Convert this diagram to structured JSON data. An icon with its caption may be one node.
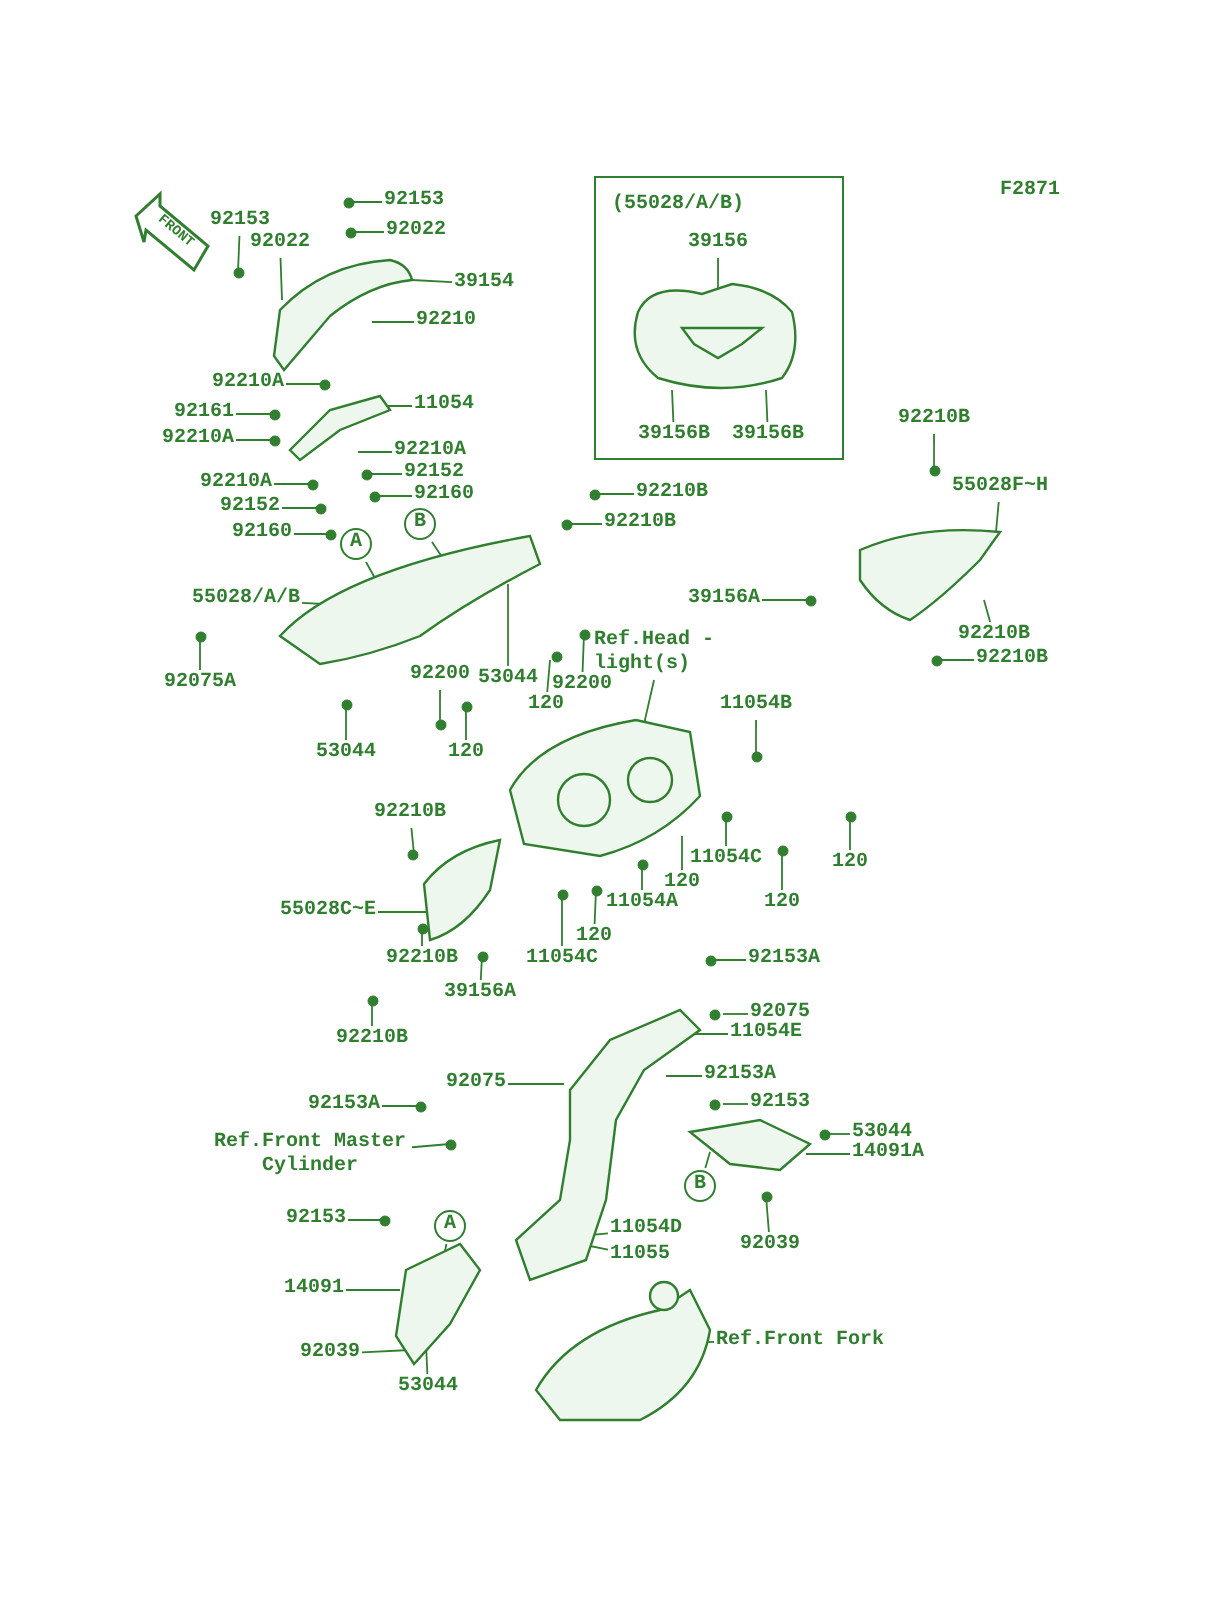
{
  "diagram": {
    "nodes": [
      {
        "text": [
          "(55028/A/B)"
        ]
      },
      {
        "text": [
          "39156"
        ],
        "in": 0
      },
      {
        "text": [
          "39156B"
        ],
        "in": 0
      },
      {
        "text": [
          "39156B"
        ],
        "in": 0
      },
      {
        "text": [
          "92153"
        ]
      },
      {
        "text": [
          "92153"
        ]
      },
      {
        "text": [
          "92022"
        ]
      },
      {
        "text": [
          "92022"
        ]
      },
      {
        "text": [
          "39154"
        ]
      },
      {
        "text": [
          "92210"
        ]
      },
      {
        "text": [
          "92210B"
        ]
      },
      {
        "text": [
          "92210A"
        ]
      },
      {
        "text": [
          "11054"
        ]
      },
      {
        "text": [
          "92161"
        ]
      },
      {
        "text": [
          "92210A"
        ]
      },
      {
        "text": [
          "92210A"
        ]
      },
      {
        "text": [
          "92152"
        ]
      },
      {
        "text": [
          "55028F~H"
        ]
      },
      {
        "text": [
          "92210A"
        ]
      },
      {
        "text": [
          "92210B"
        ]
      },
      {
        "text": [
          "92152"
        ]
      },
      {
        "text": [
          "92210B"
        ]
      },
      {
        "text": [
          "92160"
        ]
      },
      {
        "text": [
          "B"
        ]
      },
      {
        "text": [
          "92160"
        ]
      },
      {
        "text": [
          "A"
        ]
      },
      {
        "text": [
          "55028/A/B"
        ]
      },
      {
        "text": [
          "39156A"
        ]
      },
      {
        "text": [
          "92210B"
        ]
      },
      {
        "text": [
          "Ref.Head -light(s)"
        ]
      },
      {
        "text": [
          "92210B"
        ]
      },
      {
        "text": [
          "92075A"
        ]
      },
      {
        "text": [
          "92200"
        ]
      },
      {
        "text": [
          "92200"
        ]
      },
      {
        "text": [
          "53044"
        ]
      },
      {
        "text": [
          "120"
        ]
      },
      {
        "text": [
          "11054B"
        ]
      },
      {
        "text": [
          "53044"
        ]
      },
      {
        "text": [
          "120"
        ]
      },
      {
        "text": [
          "92210B"
        ]
      },
      {
        "text": [
          "120"
        ]
      },
      {
        "text": [
          "11054C"
        ]
      },
      {
        "text": [
          "120"
        ]
      },
      {
        "text": [
          "11054A"
        ]
      },
      {
        "text": [
          "120"
        ]
      },
      {
        "text": [
          "55028C~E"
        ]
      },
      {
        "text": [
          "120"
        ]
      },
      {
        "text": [
          "11054C"
        ]
      },
      {
        "text": [
          "92153A"
        ]
      },
      {
        "text": [
          "92210B"
        ]
      },
      {
        "text": [
          "39156A"
        ]
      },
      {
        "text": [
          "92075"
        ]
      },
      {
        "text": [
          "11054E"
        ]
      },
      {
        "text": [
          "92210B"
        ]
      },
      {
        "text": [
          "92153A"
        ]
      },
      {
        "text": [
          "92075"
        ]
      },
      {
        "text": [
          "92153"
        ]
      },
      {
        "text": [
          "92153A"
        ]
      },
      {
        "text": [
          "53044"
        ]
      },
      {
        "text": [
          "Ref.Front Master Cylinder"
        ]
      },
      {
        "text": [
          "14091A"
        ]
      },
      {
        "text": [
          "B"
        ]
      },
      {
        "text": [
          "92153"
        ]
      },
      {
        "text": [
          "A"
        ]
      },
      {
        "text": [
          "11054D"
        ]
      },
      {
        "text": [
          "11055"
        ]
      },
      {
        "text": [
          "92039"
        ]
      },
      {
        "text": [
          "14091"
        ]
      },
      {
        "text": [
          "92039"
        ]
      },
      {
        "text": [
          "Ref.Front Fork"
        ]
      },
      {
        "text": [
          "53044"
        ]
      },
      {
        "text": [],
        "shape": "picture"
      },
      {
        "text": [],
        "shape": "picture"
      },
      {
        "text": [],
        "shape": "picture"
      },
      {
        "text": [],
        "shape": "picture",
        "in": 0
      },
      {
        "text": [],
        "shape": "picture"
      },
      {
        "text": [],
        "shape": "picture"
      },
      {
        "text": [],
        "shape": "picture"
      },
      {
        "text": [],
        "shape": "picture"
      },
      {
        "text": [],
        "shape": "picture"
      },
      {
        "text": [],
        "shape": "picture"
      },
      {
        "text": [],
        "shape": "picture"
      },
      {
        "text": [],
        "shape": "circle"
      },
      {
        "text": [],
        "shape": "circle"
      },
      {
        "text": [],
        "shape": "circle"
      },
      {
        "text": [],
        "shape": "circle"
      },
      {
        "text": [],
        "shape": "circle"
      },
      {
        "text": [],
        "shape": "circle"
      },
      {
        "text": [],
        "shape": "circle"
      },
      {
        "text": [],
        "shape": "circle"
      },
      {
        "text": [],
        "shape": "circle"
      },
      {
        "text": [],
        "shape": "circle"
      },
      {
        "text": [],
        "shape": "circle"
      },
      {
        "text": [],
        "shape": "circle"
      },
      {
        "text": [],
        "shape": "circle"
      },
      {
        "text": [],
        "shape": "circle"
      },
      {
        "text": [],
        "shape": "circle"
      },
      {
        "text": [],
        "shape": "circle"
      },
      {
        "text": [],
        "shape": "circle"
      },
      {
        "text": [],
        "shape": "circle"
      },
      {
        "text": [],
        "shape": "circle"
      },
      {
        "text": [],
        "shape": "circle"
      },
      {
        "text": [],
        "shape": "circle"
      },
      {
        "text": [],
        "shape": "circle"
      },
      {
        "text": [],
        "shape": "circle"
      },
      {
        "text": [],
        "shape": "circle"
      },
      {
        "text": [],
        "shape": "circle"
      },
      {
        "text": [],
        "shape": "circle"
      },
      {
        "text": [],
        "shape": "circle"
      },
      {
        "text": [],
        "shape": "circle"
      },
      {
        "text": [],
        "shape": "circle"
      },
      {
        "text": [],
        "shape": "circle"
      },
      {
        "text": [],
        "shape": "circle"
      },
      {
        "text": [],
        "shape": "circle"
      },
      {
        "text": [],
        "shape": "circle"
      },
      {
        "text": [],
        "shape": "circle"
      },
      {
        "text": [],
        "shape": "circle"
      },
      {
        "text": [],
        "shape": "circle"
      },
      {
        "text": [],
        "shape": "circle"
      },
      {
        "text": [],
        "shape": "circle"
      },
      {
        "text": [],
        "shape": "circle"
      },
      {
        "text": [],
        "shape": "circle"
      },
      {
        "text": [],
        "shape": "circle"
      }
    ],
    "edges": [
      {
        "from": 1,
        "to": 74,
        "arrow": "none"
      },
      {
        "from": 2,
        "to": 74,
        "arrow": "none"
      },
      {
        "from": 3,
        "to": 74,
        "arrow": "none"
      },
      {
        "from": 4,
        "to": 82,
        "arrow": "none"
      },
      {
        "from": 5,
        "to": 83,
        "arrow": "none"
      },
      {
        "from": 6,
        "to": 71,
        "arrow": "none"
      },
      {
        "from": 7,
        "to": 84,
        "arrow": "none"
      },
      {
        "from": 8,
        "to": 71,
        "arrow": "none"
      },
      {
        "from": 9,
        "to": 71,
        "arrow": "none"
      },
      {
        "from": 10,
        "to": 85,
        "arrow": "none"
      },
      {
        "from": 11,
        "to": 86,
        "arrow": "none"
      },
      {
        "from": 12,
        "to": 72,
        "arrow": "none"
      },
      {
        "from": 13,
        "to": 87,
        "arrow": "none"
      },
      {
        "from": 14,
        "to": 88,
        "arrow": "none"
      },
      {
        "from": 15,
        "to": 72,
        "arrow": "none"
      },
      {
        "from": 16,
        "to": 89,
        "arrow": "none"
      },
      {
        "from": 17,
        "to": 75,
        "arrow": "none"
      },
      {
        "from": 18,
        "to": 90,
        "arrow": "none"
      },
      {
        "from": 19,
        "to": 91,
        "arrow": "none"
      },
      {
        "from": 20,
        "to": 92,
        "arrow": "none"
      },
      {
        "from": 21,
        "to": 93,
        "arrow": "none"
      },
      {
        "from": 22,
        "to": 94,
        "arrow": "none"
      },
      {
        "from": 23,
        "to": 73,
        "arrow": "none"
      },
      {
        "from": 24,
        "to": 95,
        "arrow": "none"
      },
      {
        "from": 25,
        "to": 73,
        "arrow": "none"
      },
      {
        "from": 26,
        "to": 73,
        "arrow": "none"
      },
      {
        "from": 27,
        "to": 96,
        "arrow": "none"
      },
      {
        "from": 28,
        "to": 75,
        "arrow": "none"
      },
      {
        "from": 29,
        "to": 76,
        "arrow": "none"
      },
      {
        "from": 30,
        "to": 97,
        "arrow": "none"
      },
      {
        "from": 31,
        "to": 98,
        "arrow": "none"
      },
      {
        "from": 32,
        "to": 99,
        "arrow": "none"
      },
      {
        "from": 33,
        "to": 100,
        "arrow": "none"
      },
      {
        "from": 34,
        "to": 73,
        "arrow": "none"
      },
      {
        "from": 35,
        "to": 101,
        "arrow": "none"
      },
      {
        "from": 36,
        "to": 102,
        "arrow": "none"
      },
      {
        "from": 37,
        "to": 103,
        "arrow": "none"
      },
      {
        "from": 38,
        "to": 104,
        "arrow": "none"
      },
      {
        "from": 39,
        "to": 105,
        "arrow": "none"
      },
      {
        "from": 40,
        "to": 106,
        "arrow": "none"
      },
      {
        "from": 41,
        "to": 107,
        "arrow": "none"
      },
      {
        "from": 42,
        "to": 76,
        "arrow": "none"
      },
      {
        "from": 43,
        "to": 108,
        "arrow": "none"
      },
      {
        "from": 44,
        "to": 109,
        "arrow": "none"
      },
      {
        "from": 45,
        "to": 77,
        "arrow": "none"
      },
      {
        "from": 46,
        "to": 110,
        "arrow": "none"
      },
      {
        "from": 47,
        "to": 111,
        "arrow": "none"
      },
      {
        "from": 48,
        "to": 112,
        "arrow": "none"
      },
      {
        "from": 49,
        "to": 113,
        "arrow": "none"
      },
      {
        "from": 50,
        "to": 114,
        "arrow": "none"
      },
      {
        "from": 51,
        "to": 115,
        "arrow": "none"
      },
      {
        "from": 52,
        "to": 78,
        "arrow": "none"
      },
      {
        "from": 53,
        "to": 116,
        "arrow": "none"
      },
      {
        "from": 54,
        "to": 78,
        "arrow": "none"
      },
      {
        "from": 55,
        "to": 78,
        "arrow": "none"
      },
      {
        "from": 56,
        "to": 117,
        "arrow": "none"
      },
      {
        "from": 57,
        "to": 118,
        "arrow": "none"
      },
      {
        "from": 58,
        "to": 119,
        "arrow": "none"
      },
      {
        "from": 59,
        "to": 120,
        "arrow": "none"
      },
      {
        "from": 60,
        "to": 81,
        "arrow": "none"
      },
      {
        "from": 61,
        "to": 81,
        "arrow": "none"
      },
      {
        "from": 62,
        "to": 121,
        "arrow": "none"
      },
      {
        "from": 63,
        "to": 80,
        "arrow": "none"
      },
      {
        "from": 64,
        "to": 78,
        "arrow": "none"
      },
      {
        "from": 65,
        "to": 78,
        "arrow": "none"
      },
      {
        "from": 66,
        "to": 122,
        "arrow": "none"
      },
      {
        "from": 67,
        "to": 80,
        "arrow": "none"
      },
      {
        "from": 68,
        "to": 80,
        "arrow": "none"
      },
      {
        "from": 69,
        "to": 79,
        "arrow": "none"
      },
      {
        "from": 70,
        "to": 80,
        "arrow": "none"
      }
    ],
    "labels": [
      "F2871",
      "FRONT"
    ]
  }
}
